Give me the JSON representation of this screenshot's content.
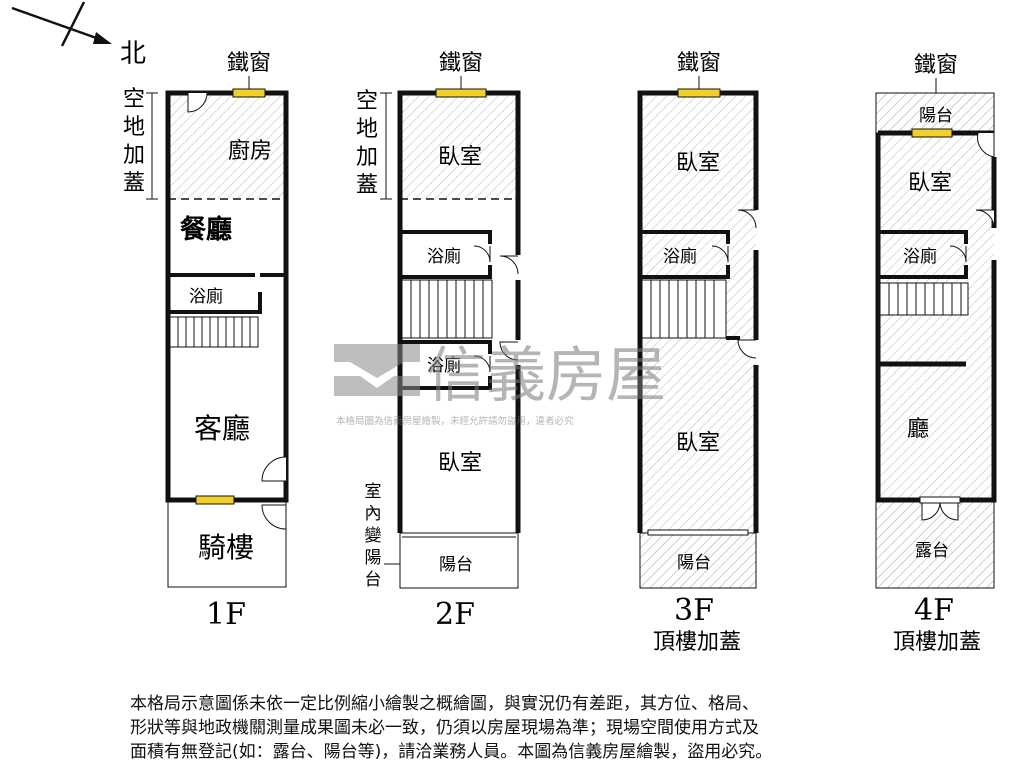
{
  "compass": {
    "north_label": "北"
  },
  "labels": {
    "window": "鐵窗",
    "open_space_addition": [
      "空",
      "地",
      "加",
      "蓋"
    ],
    "indoor_to_balcony": [
      "室",
      "內",
      "變",
      "陽",
      "台"
    ]
  },
  "floors": [
    {
      "name": "1F",
      "subtitle": "",
      "rooms": [
        "廚房",
        "餐廳",
        "浴廁",
        "客廳",
        "騎樓"
      ]
    },
    {
      "name": "2F",
      "subtitle": "",
      "rooms": [
        "臥室",
        "浴廁",
        "浴廁",
        "臥室",
        "陽台"
      ]
    },
    {
      "name": "3F",
      "subtitle": "頂樓加蓋",
      "rooms": [
        "臥室",
        "浴廁",
        "臥室",
        "陽台"
      ]
    },
    {
      "name": "4F",
      "subtitle": "頂樓加蓋",
      "rooms": [
        "陽台",
        "臥室",
        "浴廁",
        "廳",
        "露台"
      ]
    }
  ],
  "watermark": {
    "brand": "信義房屋",
    "notice": "本格局圖為信義房屋繪製，未經允許請勿盜用，違者必究"
  },
  "disclaimer": [
    "本格局示意圖係未依一定比例縮小繪製之概繪圖，與實況仍有差距，其方位、格局、",
    "形狀等與地政機關測量成果圖未必一致，仍須以房屋現場為準；現場空間使用方式及",
    "面積有無登記(如：露台、陽台等)，請洽業務人員。本圖為信義房屋繪製，盜用必究。"
  ],
  "colors": {
    "wall": "#111111",
    "window": "#f2d02b",
    "hatch": "#b8b8b8",
    "watermark": "#7a7a7a"
  }
}
